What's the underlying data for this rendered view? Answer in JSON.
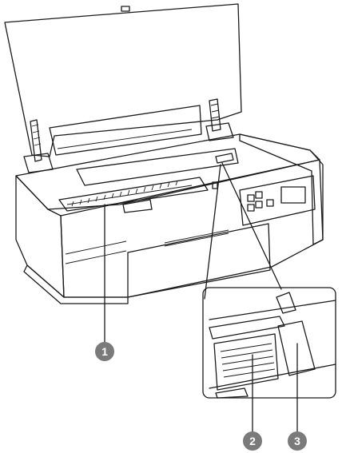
{
  "callouts": [
    {
      "id": "1",
      "label": "1"
    },
    {
      "id": "2",
      "label": "2"
    },
    {
      "id": "3",
      "label": "3"
    }
  ],
  "colors": {
    "line": "#1a1a1a",
    "callout_fill": "#7a7a7a",
    "lid_fill": "#ffffff",
    "body_fill": "#ffffff",
    "dark_fill": "#222222"
  }
}
